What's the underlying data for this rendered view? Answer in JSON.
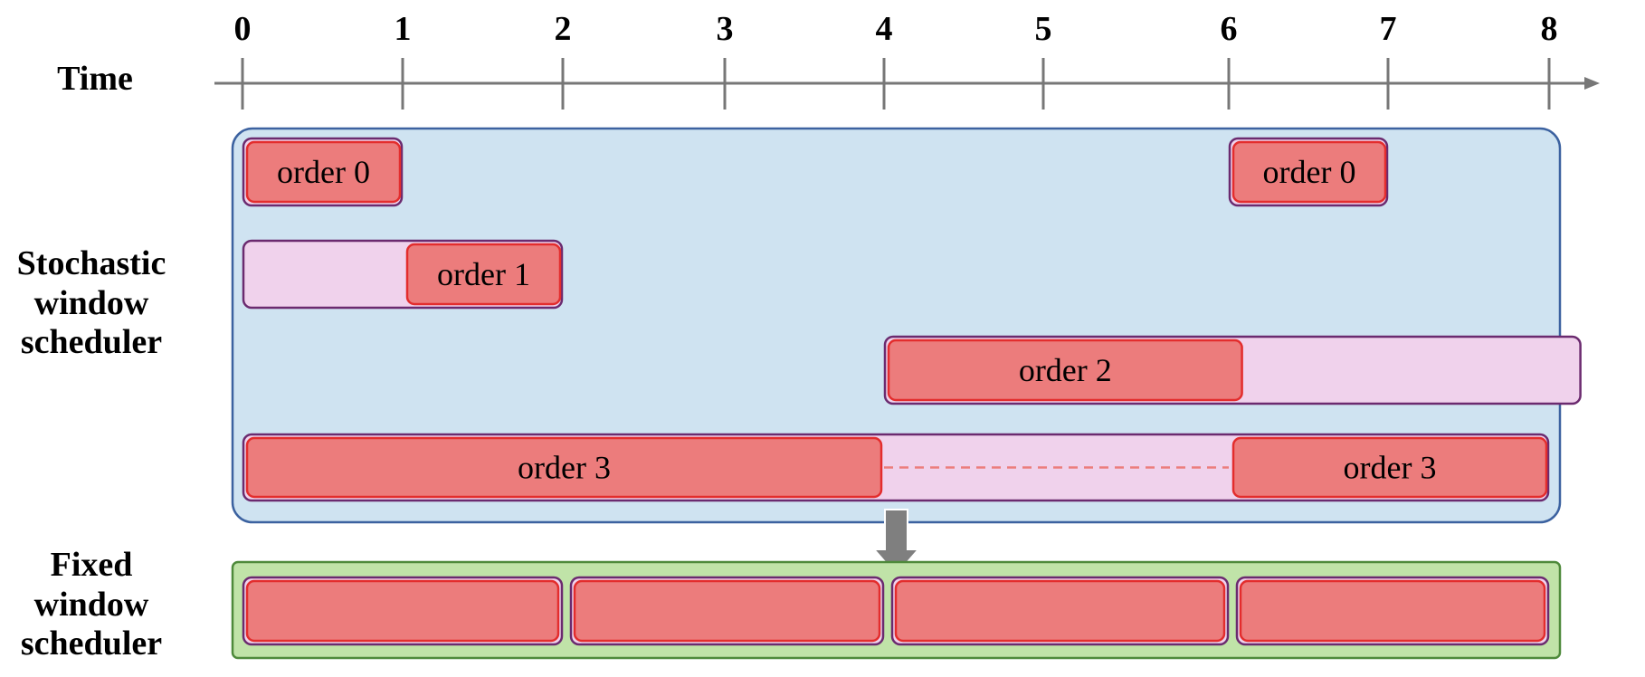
{
  "labels": {
    "time": "Time",
    "stochastic": [
      "Stochastic",
      "window",
      "scheduler"
    ],
    "fixed": [
      "Fixed",
      "window",
      "scheduler"
    ]
  },
  "axis": {
    "ticks": [
      "0",
      "1",
      "2",
      "3",
      "4",
      "5",
      "6",
      "7",
      "8"
    ]
  },
  "stochastic_rows": [
    {
      "window": [
        0,
        1
      ],
      "orders": [
        {
          "span": [
            0,
            1
          ],
          "text": "order 0"
        }
      ]
    },
    {
      "window": [
        6,
        7
      ],
      "orders": [
        {
          "span": [
            6,
            7
          ],
          "text": "order 0"
        }
      ]
    },
    {
      "window": [
        0,
        2
      ],
      "orders": [
        {
          "span": [
            1,
            2
          ],
          "text": "order 1"
        }
      ]
    },
    {
      "window": [
        4,
        8.2
      ],
      "orders": [
        {
          "span": [
            4,
            6.1
          ],
          "text": "order 2"
        }
      ]
    },
    {
      "window": [
        0,
        8
      ],
      "dashed_gap": [
        4,
        6
      ],
      "orders": [
        {
          "span": [
            0,
            4
          ],
          "text": "order 3"
        },
        {
          "span": [
            6,
            8
          ],
          "text": "order 3"
        }
      ]
    }
  ],
  "fixed_windows": [
    [
      0,
      2
    ],
    [
      2,
      4
    ],
    [
      4,
      6
    ],
    [
      6,
      8
    ]
  ],
  "colors": {
    "stochastic_panel": "#cfe3f1",
    "stochastic_border": "#3c62a0",
    "fixed_panel": "#c0e3a8",
    "fixed_border": "#4e8a3b",
    "window_fill": "#f0d2ec",
    "window_border": "#6b2a6f",
    "order_fill": "#ec7c7c",
    "order_border": "#e32d2d",
    "axis": "#777777",
    "arrow": "#7f7f7f"
  }
}
